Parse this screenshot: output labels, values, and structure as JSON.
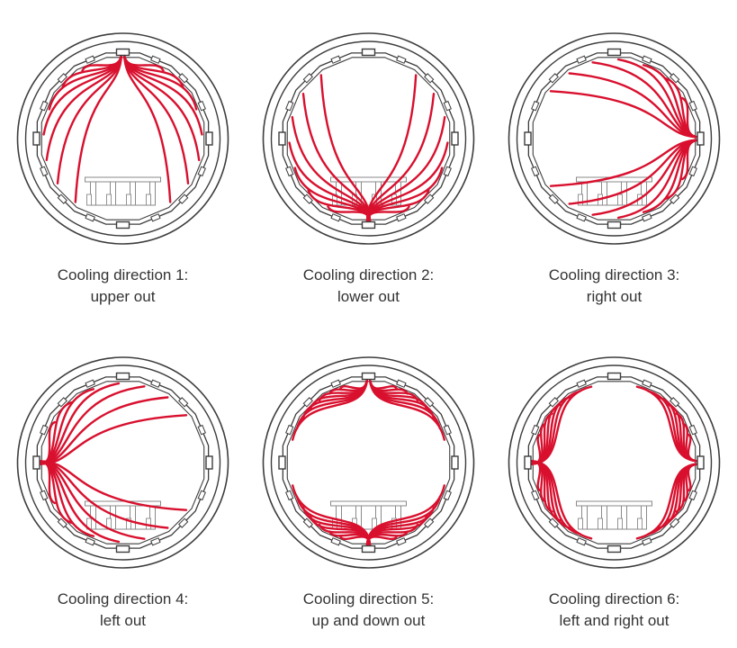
{
  "colors": {
    "flow": "#d8102e",
    "outline": "#3d3d3d",
    "structure": "#8a8a8a",
    "text": "#333333"
  },
  "diagrams": [
    {
      "mode": "upper",
      "caption_line1": "Cooling direction 1:",
      "caption_line2": "upper out"
    },
    {
      "mode": "lower",
      "caption_line1": "Cooling direction 2:",
      "caption_line2": "lower out"
    },
    {
      "mode": "right",
      "caption_line1": "Cooling direction 3:",
      "caption_line2": "right out"
    },
    {
      "mode": "left",
      "caption_line1": "Cooling direction 4:",
      "caption_line2": "left out"
    },
    {
      "mode": "updown",
      "caption_line1": "Cooling direction 5:",
      "caption_line2": "up and down out"
    },
    {
      "mode": "leftright",
      "caption_line1": "Cooling direction 6:",
      "caption_line2": "left and right out"
    }
  ]
}
